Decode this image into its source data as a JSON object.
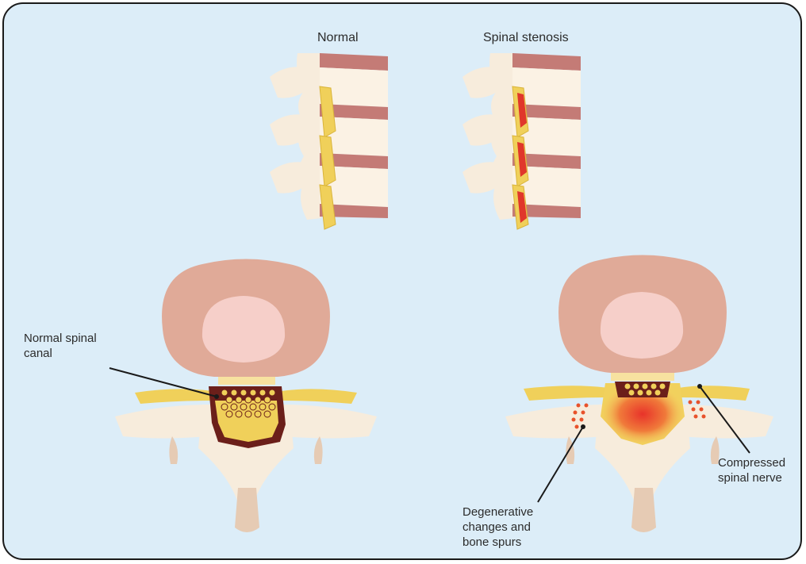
{
  "figure": {
    "titles": [
      "Normal",
      "Spinal stenosis"
    ],
    "annotations": {
      "normal_canal": "Normal spinal\ncanal",
      "degenerative": "Degenerative\nchanges and\nbone spurs",
      "compressed_nerve": "Compressed\nspinal nerve"
    },
    "colors": {
      "background": "#dcedf8",
      "vertebral_body": "#e0aa98",
      "inner_body": "#f6cfc9",
      "disc": "#c47b76",
      "bone": "#f7ecdc",
      "nerve": "#f0d05a",
      "canal": "#6b1f1a",
      "inflammation": "#e8332a",
      "spurs": "#e8522b"
    }
  }
}
